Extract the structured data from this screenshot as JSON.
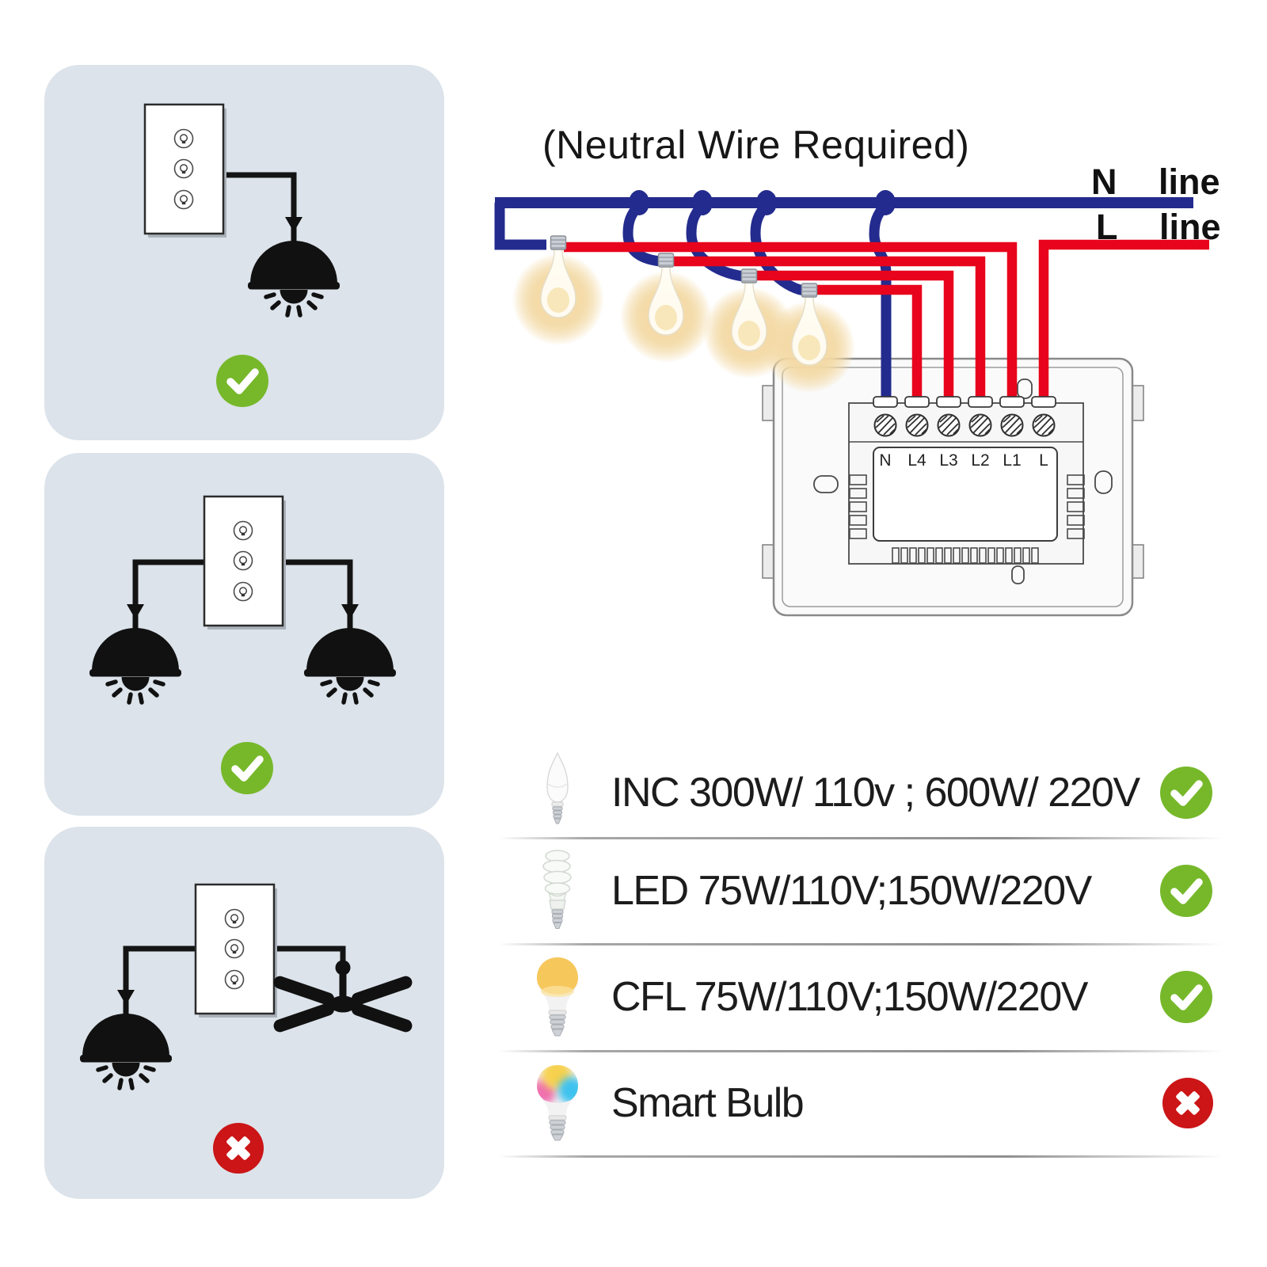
{
  "header": {
    "title": "(Neutral Wire Required)",
    "n_label": "N",
    "n_line_word": "line",
    "l_label": "L",
    "l_line_word": "line"
  },
  "switch_back": {
    "terminals": [
      "N",
      "L4",
      "L3",
      "L2",
      "L1",
      "L"
    ]
  },
  "compatibility": {
    "rows": [
      {
        "icon": "candle-bulb-icon",
        "label": "INC 300W/ 110v ; 600W/ 220V",
        "status": "supported"
      },
      {
        "icon": "spiral-cfl-bulb-icon",
        "label": "LED 75W/110V;150W/220V",
        "status": "supported"
      },
      {
        "icon": "warm-led-bulb-icon",
        "label": "CFL 75W/110V;150W/220V",
        "status": "supported"
      },
      {
        "icon": "smart-rgb-bulb-icon",
        "label": "Smart Bulb",
        "status": "not-supported"
      }
    ]
  },
  "scenarios": [
    {
      "icon": "switch-with-one-lamp",
      "status": "supported"
    },
    {
      "icon": "switch-with-two-lamps",
      "status": "supported"
    },
    {
      "icon": "switch-with-lamp-and-fan",
      "status": "not-supported"
    }
  ],
  "colors": {
    "neutral_wire_blue": "#232b8e",
    "live_wire_red": "#e8041c",
    "supported_green": "#76b82a",
    "not_supported_red": "#cb1517",
    "scenario_panel_bg": "#dce3ea"
  }
}
